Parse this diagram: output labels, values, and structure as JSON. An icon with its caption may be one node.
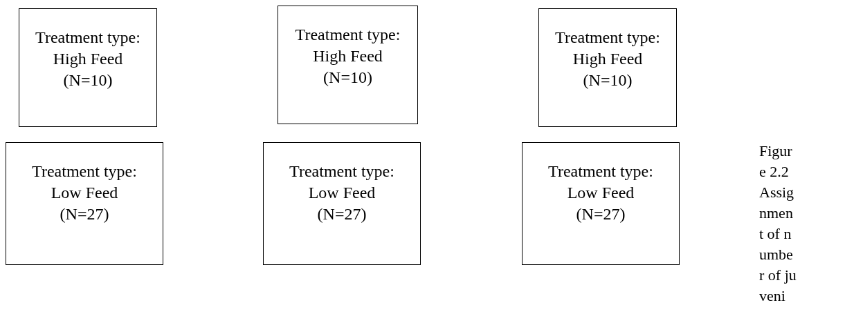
{
  "diagram": {
    "caption": "Figure 2.2 Assignment of number of juveni",
    "nodes": [
      {
        "text": [
          "Treatment type: High Feed (N=10)"
        ]
      },
      {
        "text": [
          "Treatment type: High Feed (N=10)"
        ]
      },
      {
        "text": [
          "Treatment type: High Feed (N=10)"
        ]
      },
      {
        "text": [
          "Treatment type: Low Feed (N=27)"
        ]
      },
      {
        "text": [
          "Treatment type: Low Feed (N=27)"
        ]
      },
      {
        "text": [
          "Treatment type: Low Feed (N=27)"
        ]
      }
    ]
  }
}
